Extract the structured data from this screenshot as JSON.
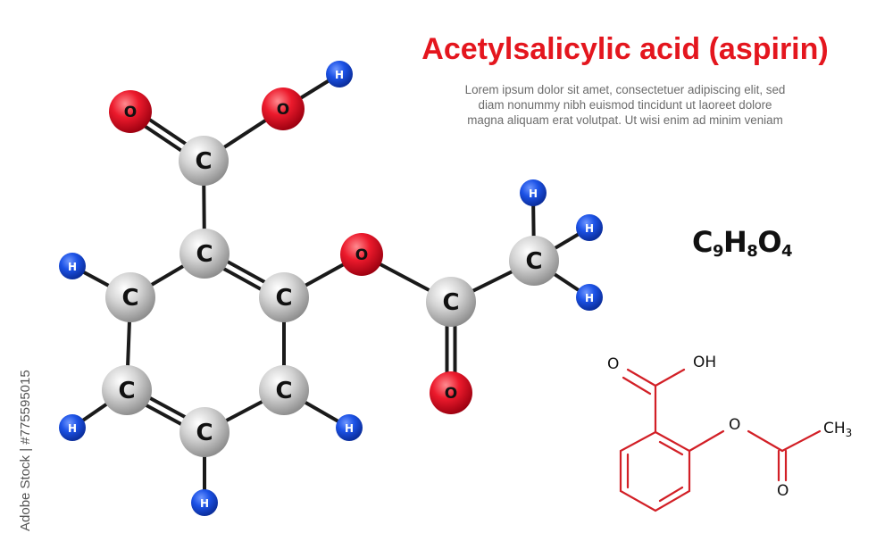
{
  "header": {
    "title": "Acetylsalicylic acid (aspirin)",
    "description": [
      "Lorem ipsum dolor sit amet, consectetuer adipiscing elit, sed",
      "diam nonummy nibh euismod tincidunt ut laoreet dolore",
      "magna aliquam erat volutpat. Ut wisi enim ad minim veniam"
    ]
  },
  "formula": {
    "c": "C",
    "c_n": "9",
    "h": "H",
    "h_n": "8",
    "o": "O",
    "o_n": "4"
  },
  "watermark": "Adobe Stock | #775595015",
  "structural_labels": {
    "o_carbonyl": "O",
    "oh": "OH",
    "o_ester": "O",
    "ch3": "CH",
    "ch3_sub": "3",
    "o_acetyl": "O"
  },
  "colors": {
    "title": "#e4161e",
    "carbon": "#c8c8c8",
    "oxygen": "#e8102a",
    "hydrogen": "#1a4fe0",
    "bond": "#1a1a1a",
    "skeletal": "#d21f26"
  },
  "atoms": [
    {
      "id": "c_carboxyl",
      "el": "C"
    },
    {
      "id": "o_double",
      "el": "O"
    },
    {
      "id": "o_hydroxyl",
      "el": "O"
    },
    {
      "id": "h_hydroxyl",
      "el": "H"
    },
    {
      "id": "c_ring1",
      "el": "C"
    },
    {
      "id": "c_ring2",
      "el": "C"
    },
    {
      "id": "c_ring3",
      "el": "C"
    },
    {
      "id": "c_ring4",
      "el": "C"
    },
    {
      "id": "c_ring5",
      "el": "C"
    },
    {
      "id": "c_ring6",
      "el": "C"
    },
    {
      "id": "h_ring3",
      "el": "H"
    },
    {
      "id": "h_ring4",
      "el": "H"
    },
    {
      "id": "h_ring5",
      "el": "H"
    },
    {
      "id": "h_ring6",
      "el": "H"
    },
    {
      "id": "o_ester",
      "el": "O"
    },
    {
      "id": "c_acetyl",
      "el": "C"
    },
    {
      "id": "o_acetyl",
      "el": "O"
    },
    {
      "id": "c_methyl",
      "el": "C"
    },
    {
      "id": "h_methyl1",
      "el": "H"
    },
    {
      "id": "h_methyl2",
      "el": "H"
    },
    {
      "id": "h_methyl3",
      "el": "H"
    }
  ],
  "bonds": [
    {
      "a": "c_carboxyl",
      "b": "o_double",
      "order": 2
    },
    {
      "a": "c_carboxyl",
      "b": "o_hydroxyl",
      "order": 1
    },
    {
      "a": "o_hydroxyl",
      "b": "h_hydroxyl",
      "order": 1
    },
    {
      "a": "c_carboxyl",
      "b": "c_ring1",
      "order": 1
    },
    {
      "a": "c_ring1",
      "b": "c_ring2",
      "order": 2
    },
    {
      "a": "c_ring2",
      "b": "c_ring6",
      "order": 1
    },
    {
      "a": "c_ring6",
      "b": "c_ring5",
      "order": 1
    },
    {
      "a": "c_ring5",
      "b": "c_ring4",
      "order": 2
    },
    {
      "a": "c_ring4",
      "b": "c_ring3",
      "order": 1
    },
    {
      "a": "c_ring3",
      "b": "c_ring1",
      "order": 1
    },
    {
      "a": "c_ring3",
      "b": "h_ring3",
      "order": 1
    },
    {
      "a": "c_ring4",
      "b": "h_ring4",
      "order": 1
    },
    {
      "a": "c_ring5",
      "b": "h_ring5",
      "order": 1
    },
    {
      "a": "c_ring6",
      "b": "h_ring6",
      "order": 1
    },
    {
      "a": "c_ring2",
      "b": "o_ester",
      "order": 1
    },
    {
      "a": "o_ester",
      "b": "c_acetyl",
      "order": 1
    },
    {
      "a": "c_acetyl",
      "b": "o_acetyl",
      "order": 2
    },
    {
      "a": "c_acetyl",
      "b": "c_methyl",
      "order": 1
    },
    {
      "a": "c_methyl",
      "b": "h_methyl1",
      "order": 1
    },
    {
      "a": "c_methyl",
      "b": "h_methyl2",
      "order": 1
    },
    {
      "a": "c_methyl",
      "b": "h_methyl3",
      "order": 1
    }
  ]
}
